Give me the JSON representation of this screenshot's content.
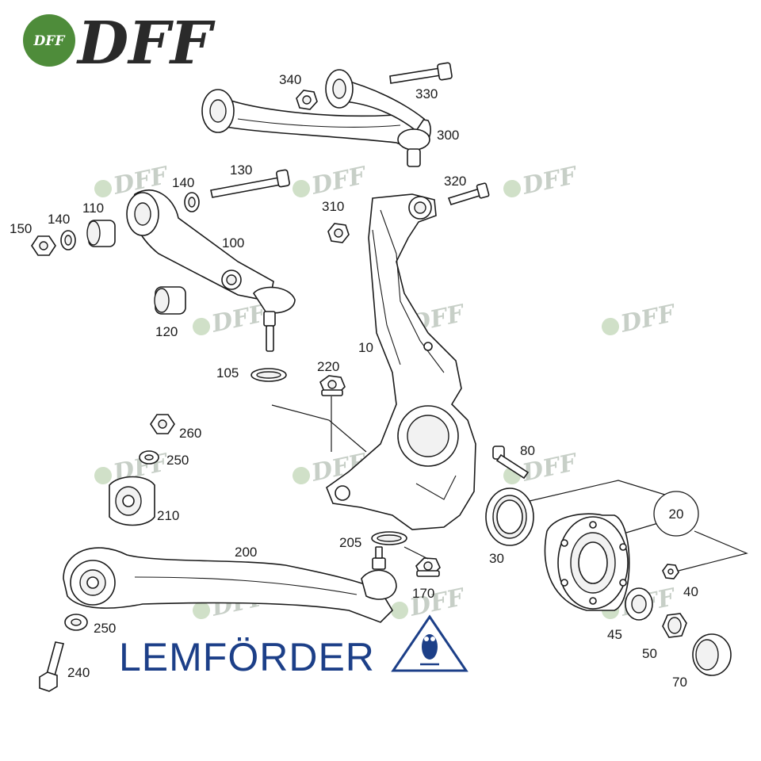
{
  "logo": {
    "big_text": "DFF",
    "badge_text": "DFF",
    "badge_color": "#4e8c3a"
  },
  "watermark": {
    "text": "DFF"
  },
  "brand": {
    "name": "LEMFÖRDER",
    "color": "#1c3f88"
  },
  "labels": {
    "p10": "10",
    "p20": "20",
    "p30": "30",
    "p40": "40",
    "p45": "45",
    "p50": "50",
    "p70": "70",
    "p80": "80",
    "p100": "100",
    "p105": "105",
    "p110": "110",
    "p120": "120",
    "p130": "130",
    "p140a": "140",
    "p140b": "140",
    "p150": "150",
    "p170": "170",
    "p200": "200",
    "p205": "205",
    "p210": "210",
    "p220": "220",
    "p240": "240",
    "p250a": "250",
    "p250b": "250",
    "p260": "260",
    "p300": "300",
    "p310": "310",
    "p320": "320",
    "p330": "330",
    "p340": "340"
  }
}
